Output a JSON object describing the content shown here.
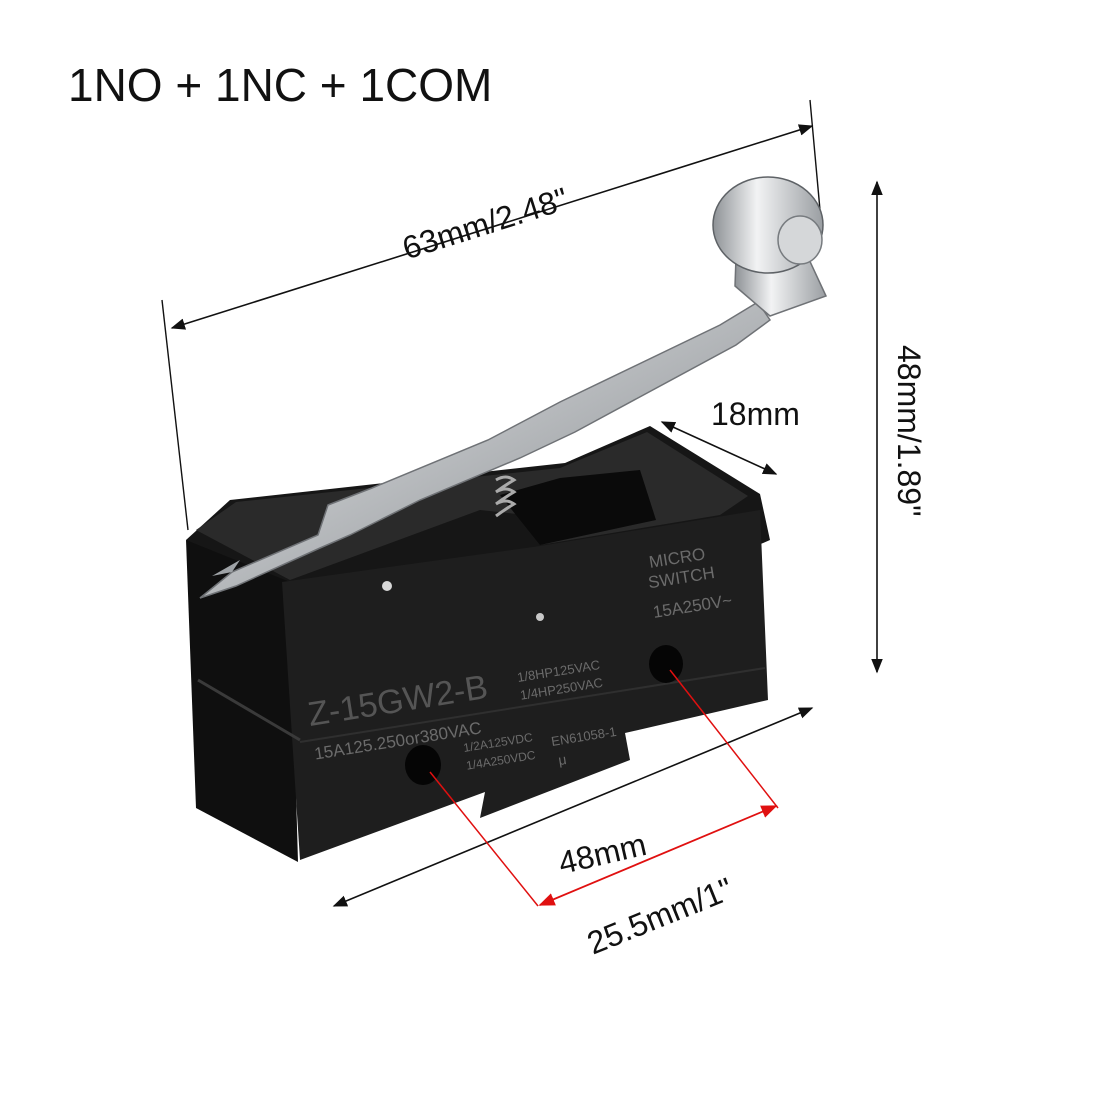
{
  "title": "1NO + 1NC + 1COM",
  "dimensions": {
    "length": "63mm/2.48\"",
    "height": "48mm/1.89\"",
    "depth": "18mm",
    "width": "48mm",
    "hole_spacing": "25.5mm/1\""
  },
  "switch_markings": {
    "model": "Z-15GW2-B",
    "line1": "MICRO",
    "line2": "SWITCH",
    "rating_main": "15A250V~",
    "hp1": "1/8HP125VAC",
    "hp2": "1/4HP250VAC",
    "rating_ac": "15A125.250or380VAC",
    "standard": "EN61058-1",
    "dc1": "1/2A125VDC",
    "dc2": "1/4A250VDC",
    "mark": "μ"
  },
  "colors": {
    "body": "#1c1c1c",
    "body_shade": "#0e0e0e",
    "lever": "#b9bcbf",
    "dimension_line": "#111111",
    "hole_line": "#e01010",
    "print": "#6b6b6b"
  },
  "icons": {
    "arrowhead": "arrow-icon"
  }
}
